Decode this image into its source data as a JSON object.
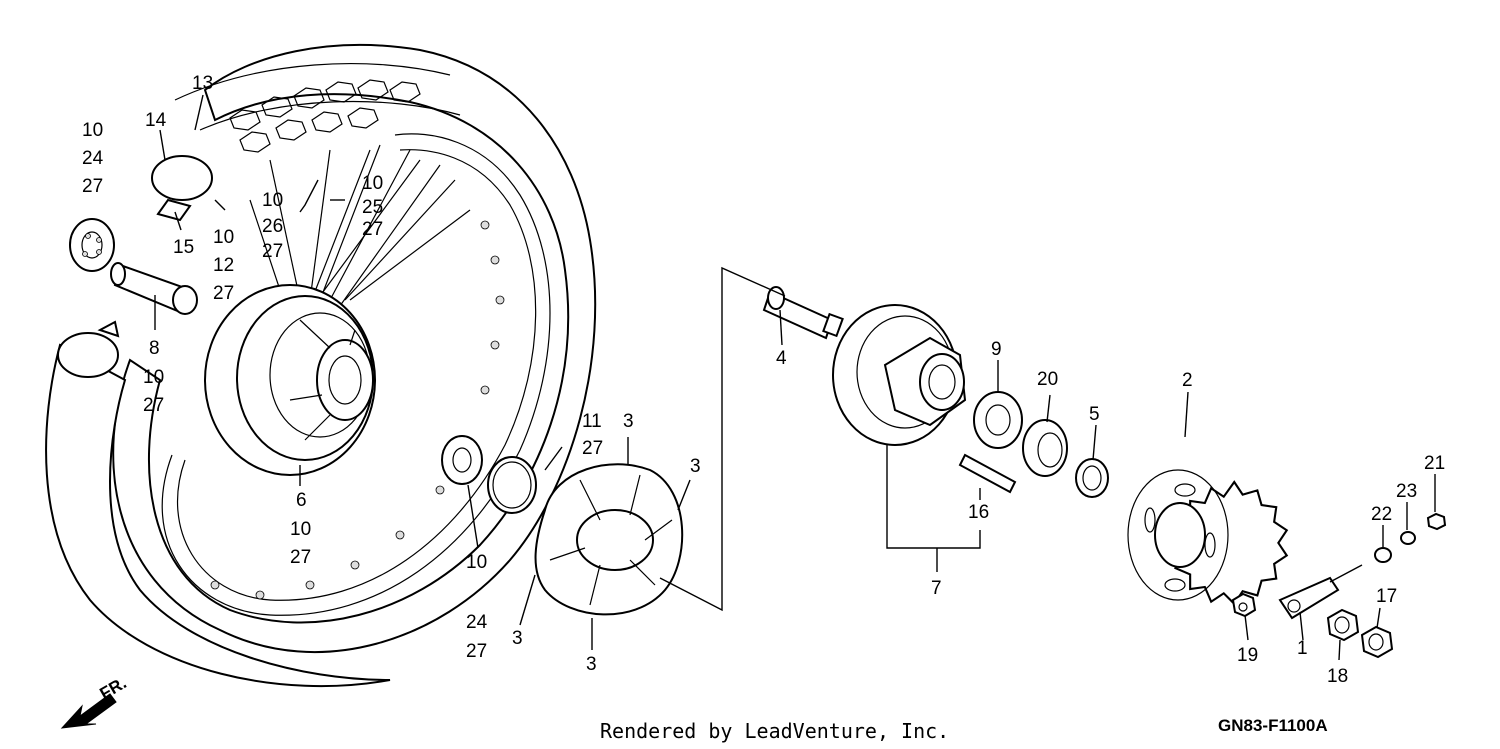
{
  "callouts": [
    {
      "id": "c13",
      "text": "13"
    },
    {
      "id": "c14",
      "text": "14"
    },
    {
      "id": "c10a",
      "text": "10"
    },
    {
      "id": "c24a",
      "text": "24"
    },
    {
      "id": "c27a",
      "text": "27"
    },
    {
      "id": "c15",
      "text": "15"
    },
    {
      "id": "c10b",
      "text": "10"
    },
    {
      "id": "c12",
      "text": "12"
    },
    {
      "id": "c27b",
      "text": "27"
    },
    {
      "id": "c10c",
      "text": "10"
    },
    {
      "id": "c26",
      "text": "26"
    },
    {
      "id": "c27c",
      "text": "27"
    },
    {
      "id": "c10d",
      "text": "10"
    },
    {
      "id": "c25",
      "text": "25"
    },
    {
      "id": "c27d",
      "text": "27"
    },
    {
      "id": "c8",
      "text": "8"
    },
    {
      "id": "c10e",
      "text": "10"
    },
    {
      "id": "c27e",
      "text": "27"
    },
    {
      "id": "c6",
      "text": "6"
    },
    {
      "id": "c10f",
      "text": "10"
    },
    {
      "id": "c27f",
      "text": "27"
    },
    {
      "id": "c11",
      "text": "11"
    },
    {
      "id": "c27g",
      "text": "27"
    },
    {
      "id": "c10g",
      "text": "10"
    },
    {
      "id": "c24b",
      "text": "24"
    },
    {
      "id": "c27h",
      "text": "27"
    },
    {
      "id": "c3a",
      "text": "3"
    },
    {
      "id": "c3b",
      "text": "3"
    },
    {
      "id": "c3c",
      "text": "3"
    },
    {
      "id": "c3d",
      "text": "3"
    },
    {
      "id": "c4",
      "text": "4"
    },
    {
      "id": "c9",
      "text": "9"
    },
    {
      "id": "c20",
      "text": "20"
    },
    {
      "id": "c5",
      "text": "5"
    },
    {
      "id": "c16",
      "text": "16"
    },
    {
      "id": "c7",
      "text": "7"
    },
    {
      "id": "c2",
      "text": "2"
    },
    {
      "id": "c21",
      "text": "21"
    },
    {
      "id": "c23",
      "text": "23"
    },
    {
      "id": "c22",
      "text": "22"
    },
    {
      "id": "c17",
      "text": "17"
    },
    {
      "id": "c19",
      "text": "19"
    },
    {
      "id": "c1",
      "text": "1"
    },
    {
      "id": "c18",
      "text": "18"
    }
  ],
  "direction_label": "FR.",
  "footer_text": "Rendered by LeadVenture, Inc.",
  "diagram_code": "GN83-F1100A"
}
